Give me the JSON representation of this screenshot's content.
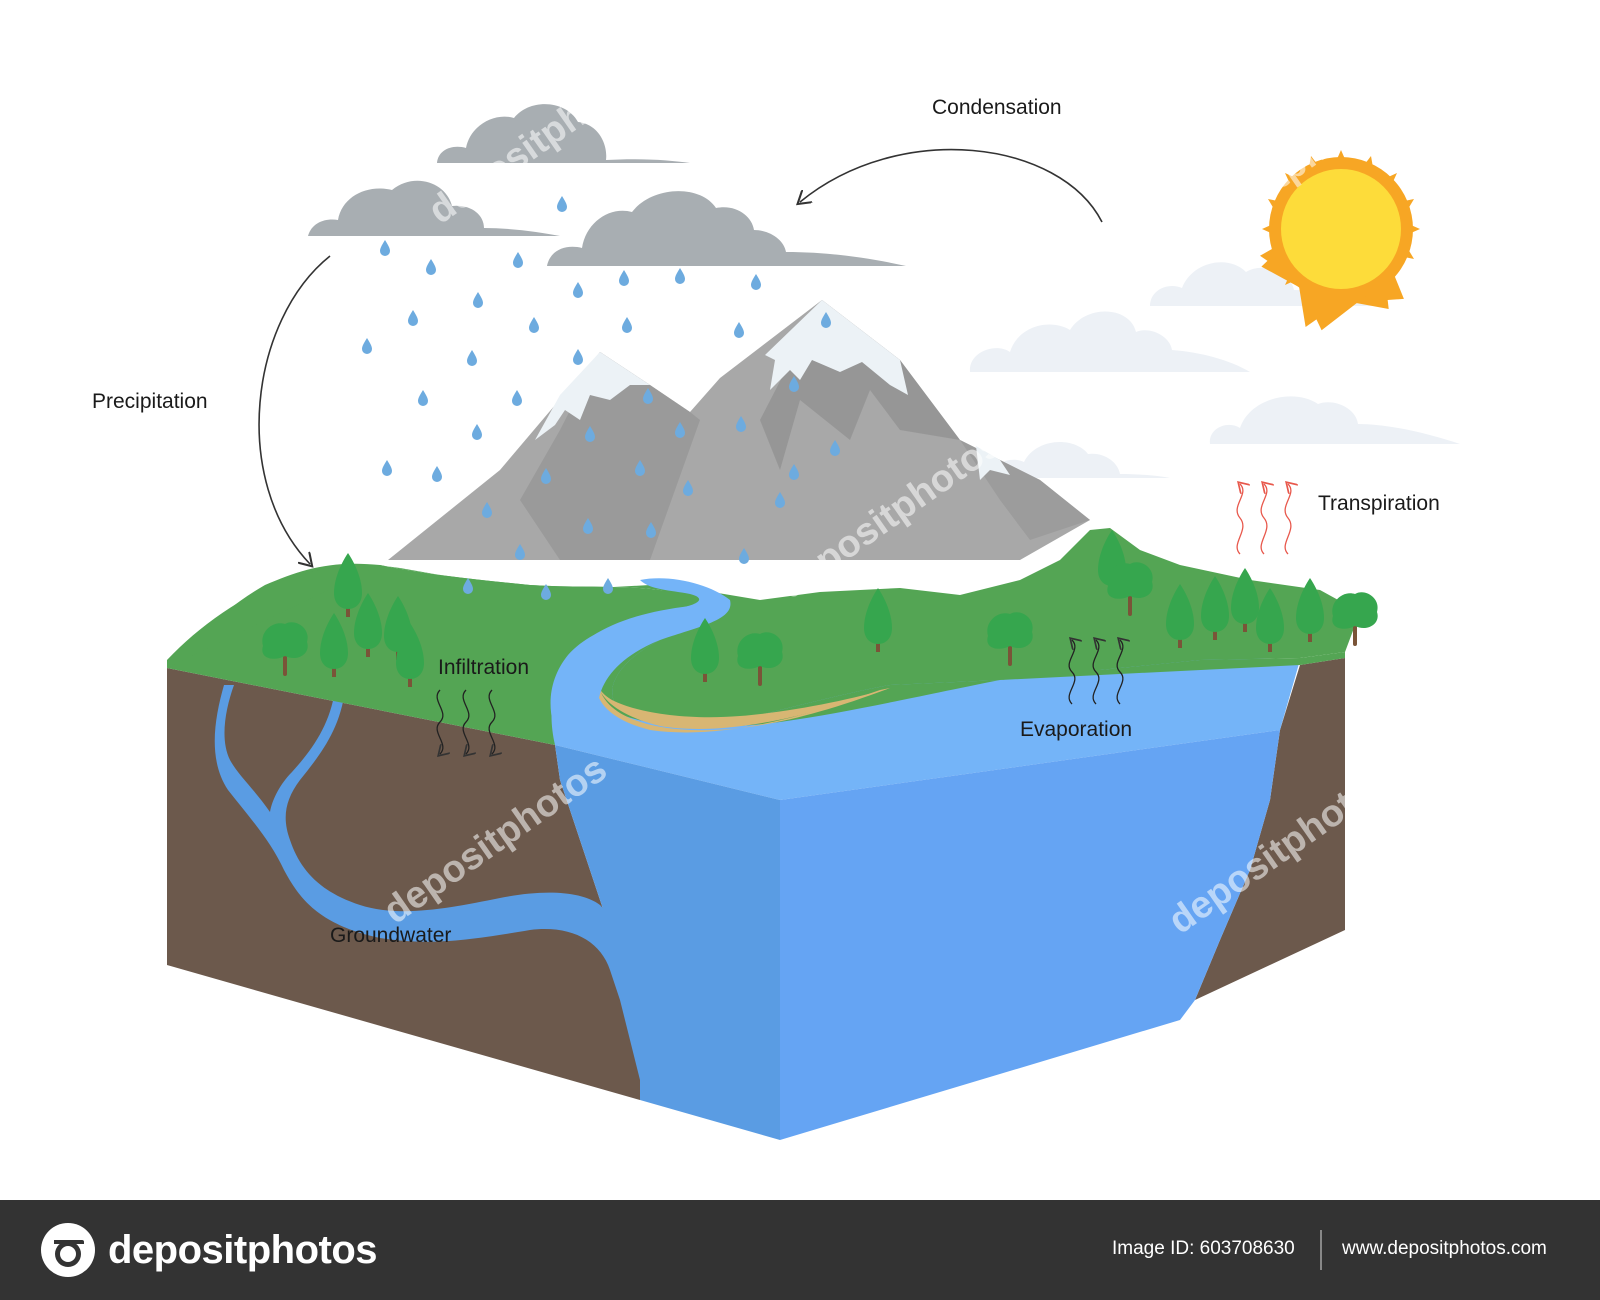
{
  "labels": {
    "condensation": "Condensation",
    "precipitation": "Precipitation",
    "transpiration": "Transpiration",
    "infiltration": "Infiltration",
    "evaporation": "Evaporation",
    "groundwater": "Groundwater"
  },
  "watermark": {
    "text": "depositphotos"
  },
  "footer": {
    "brand": "depositphotos",
    "image_id": "Image ID: 603708630",
    "site_url": "www.depositphotos.com"
  },
  "colors": {
    "soil": "#6c594c",
    "water_front": "#5a9ce3",
    "water_side": "#65a4f3",
    "water_top": "#74b4f8",
    "grass": "#54a554",
    "mountain": "#a8a8a8",
    "snow": "#ecf2f6",
    "cloud_rain": "#a8aeb2",
    "cloud_light": "#edf1f6",
    "sun": "#fddc3a",
    "sun_rays": "#f7a624",
    "tree": "#36a64e",
    "trunk": "#7a5438",
    "sand": "#d8b673",
    "raindrop": "#6dabdf",
    "arrow": "#333333",
    "transpiration_arrow": "#e8584c",
    "footer_bg": "#333333"
  }
}
